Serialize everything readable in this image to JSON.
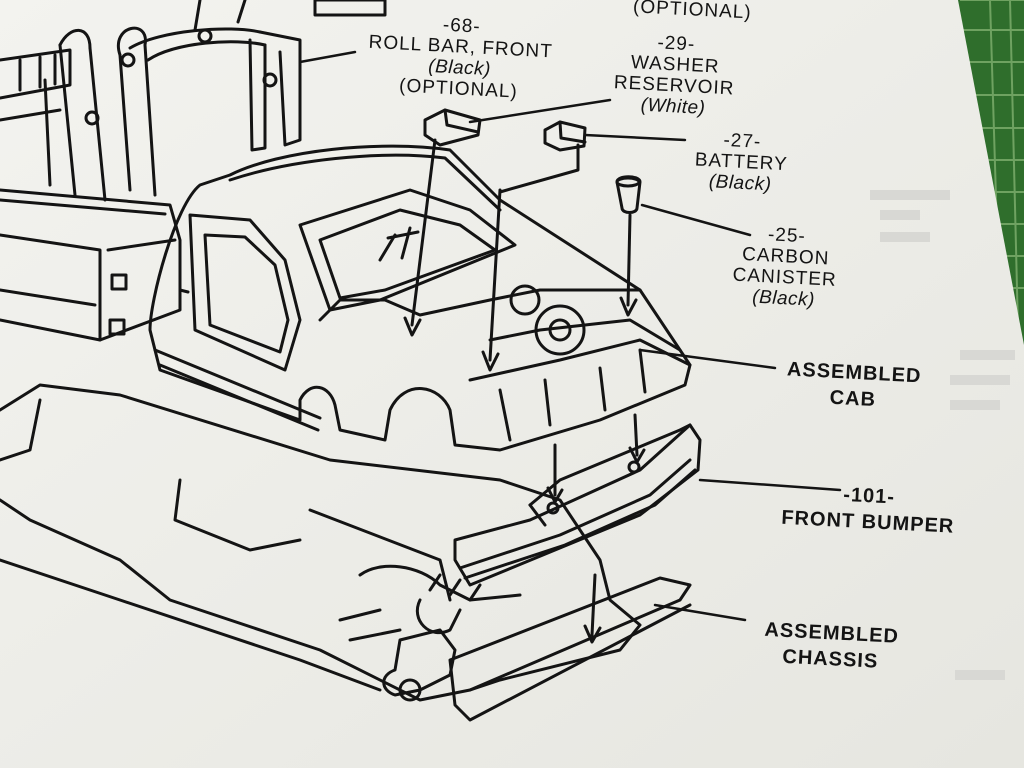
{
  "callouts": {
    "top_optional": "(OPTIONAL)",
    "roll_bar": {
      "number": "-68-",
      "name": "ROLL BAR, FRONT",
      "color": "(Black)",
      "note": "(OPTIONAL)"
    },
    "washer": {
      "number": "-29-",
      "name_line1": "WASHER",
      "name_line2": "RESERVOIR",
      "color": "(White)"
    },
    "battery": {
      "number": "-27-",
      "name": "BATTERY",
      "color": "(Black)"
    },
    "canister": {
      "number": "-25-",
      "name_line1": "CARBON",
      "name_line2": "CANISTER",
      "color": "(Black)"
    },
    "cab": {
      "line1": "ASSEMBLED",
      "line2": "CAB"
    },
    "bumper": {
      "number": "-101-",
      "name": "FRONT BUMPER"
    },
    "chassis": {
      "line1": "ASSEMBLED",
      "line2": "CHASSIS"
    }
  },
  "colors": {
    "paper": "#efefea",
    "ink": "#141414",
    "mat": "#2f6e2c"
  }
}
